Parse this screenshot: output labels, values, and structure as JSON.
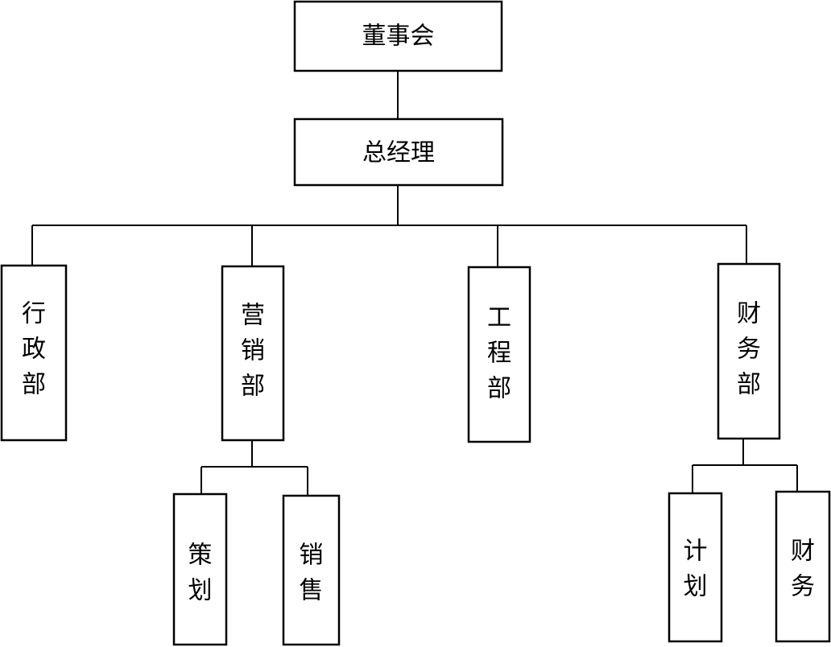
{
  "org_chart": {
    "board": {
      "label": "董事会"
    },
    "general_manager": {
      "label": "总经理"
    },
    "departments": [
      {
        "label": "行政部"
      },
      {
        "label": "营销部"
      },
      {
        "label": "工程部"
      },
      {
        "label": "财务部"
      }
    ],
    "marketing_subunits": [
      {
        "label": "策划"
      },
      {
        "label": "销售"
      }
    ],
    "finance_subunits": [
      {
        "label": "计划"
      },
      {
        "label": "财务"
      }
    ]
  }
}
